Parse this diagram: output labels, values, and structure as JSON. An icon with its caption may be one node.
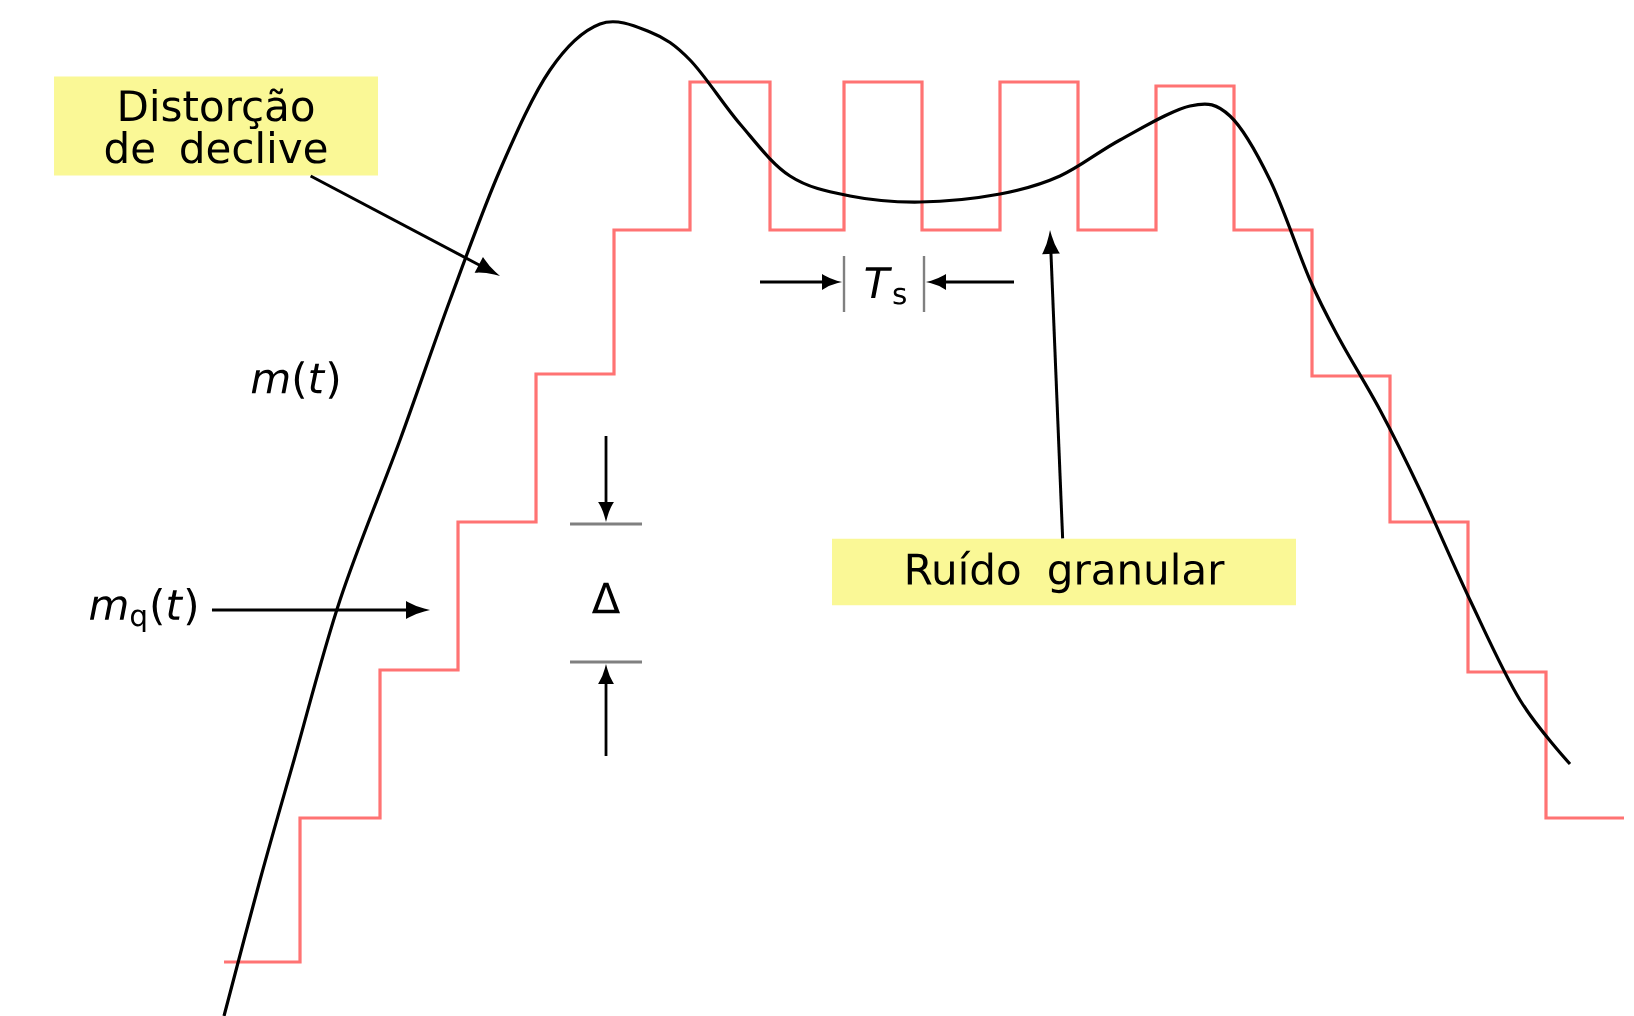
{
  "diagram": {
    "nodes": [
      {
        "text": [
          "Distorção de declive"
        ]
      },
      {
        "text": [
          "Ruído granular"
        ]
      },
      {
        "text": [
          "*m*$_{q}$(*t*)"
        ]
      }
    ],
    "edges": [
      {
        "from": 0,
        "to": null,
        "arrow": "to"
      },
      {
        "from": 1,
        "to": null,
        "arrow": "to"
      },
      {
        "from": 2,
        "to": null,
        "arrow": "to"
      }
    ],
    "labels": [
      "*T*$_{s}$",
      "*m*(*t*)",
      "Δ"
    ]
  }
}
